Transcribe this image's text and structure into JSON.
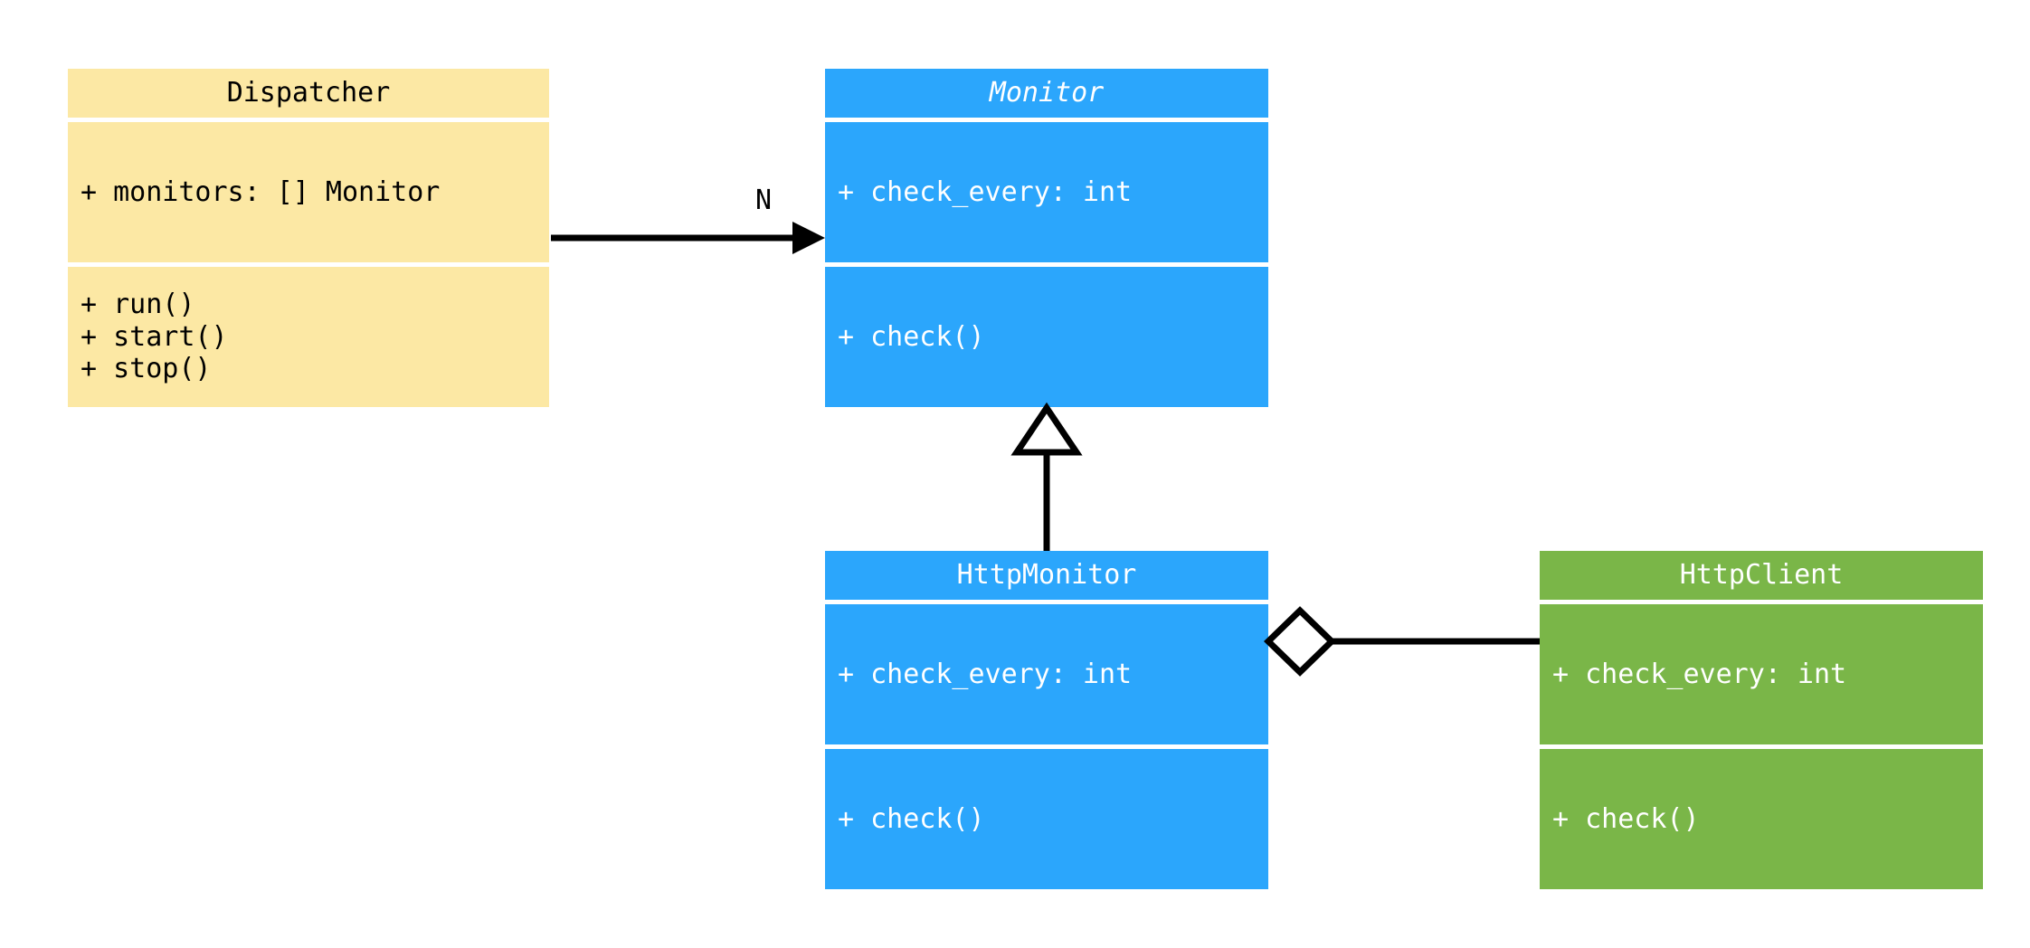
{
  "diagram": {
    "type": "uml-class-diagram",
    "background": "#ffffff",
    "colors": {
      "dispatcher_fill": "#fce8a4",
      "monitor_fill": "#2ba6fc",
      "http_monitor_fill": "#2ba6fc",
      "http_client_fill": "#7ab648",
      "line": "#000000",
      "dark_text": "#000000",
      "light_text": "#ffffff"
    },
    "classes": [
      {
        "id": "dispatcher",
        "name": "Dispatcher",
        "abstract": false,
        "attributes": [
          "+ monitors: [] Monitor"
        ],
        "methods": [
          "+ run()",
          "+ start()",
          "+ stop()"
        ]
      },
      {
        "id": "monitor",
        "name": "Monitor",
        "abstract": true,
        "attributes": [
          "+ check_every: int"
        ],
        "methods": [
          "+ check()"
        ]
      },
      {
        "id": "http_monitor",
        "name": "HttpMonitor",
        "abstract": false,
        "attributes": [
          "+ check_every: int"
        ],
        "methods": [
          "+ check()"
        ]
      },
      {
        "id": "http_client",
        "name": "HttpClient",
        "abstract": false,
        "attributes": [
          "+ check_every: int"
        ],
        "methods": [
          "+ check()"
        ]
      }
    ],
    "relationships": [
      {
        "id": "dispatcher-to-monitor",
        "kind": "association",
        "from": "Dispatcher",
        "to": "Monitor",
        "label": "N",
        "arrow": "open-arrow"
      },
      {
        "id": "http-monitor-to-monitor",
        "kind": "generalization",
        "from": "HttpMonitor",
        "to": "Monitor",
        "label": "",
        "arrow": "hollow-triangle"
      },
      {
        "id": "http-monitor-to-http-client",
        "kind": "aggregation",
        "from": "HttpMonitor",
        "to": "HttpClient",
        "label": "",
        "arrow": "hollow-diamond"
      }
    ]
  }
}
